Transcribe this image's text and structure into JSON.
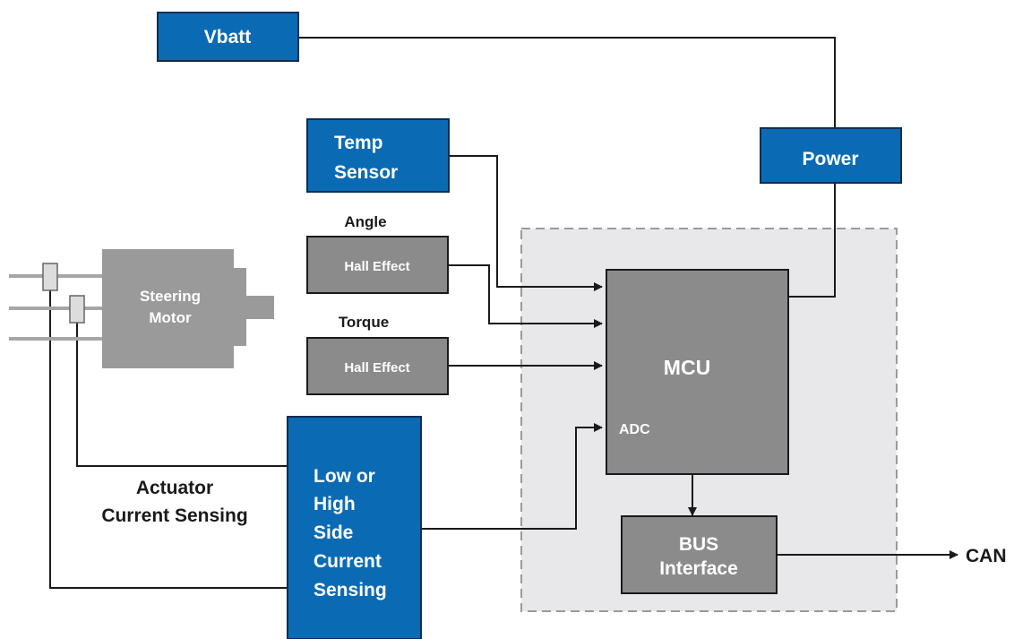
{
  "blocks": {
    "vbatt": "Vbatt",
    "power": "Power",
    "temp_sensor": [
      "Temp",
      "Sensor"
    ],
    "angle_label": "Angle",
    "angle_sensor": "Hall Effect",
    "torque_label": "Torque",
    "torque_sensor": "Hall Effect",
    "motor": [
      "Steering",
      "Motor"
    ],
    "mcu": "MCU",
    "adc": "ADC",
    "bus_interface": [
      "BUS",
      "Interface"
    ],
    "current_sensing": [
      "Low or",
      "High",
      "Side",
      "Current",
      "Sensing"
    ],
    "actuator_caption": [
      "Actuator",
      "Current Sensing"
    ],
    "can": "CAN"
  },
  "colors": {
    "blue_block": "#0a6bb4",
    "blue_border": "#0b2e55",
    "gray_block": "#8b8b8b",
    "motor_gray": "#9a9a9a",
    "container_fill": "#e8e8ea",
    "container_border": "#9a9a9a",
    "line": "#1a1a1a"
  }
}
